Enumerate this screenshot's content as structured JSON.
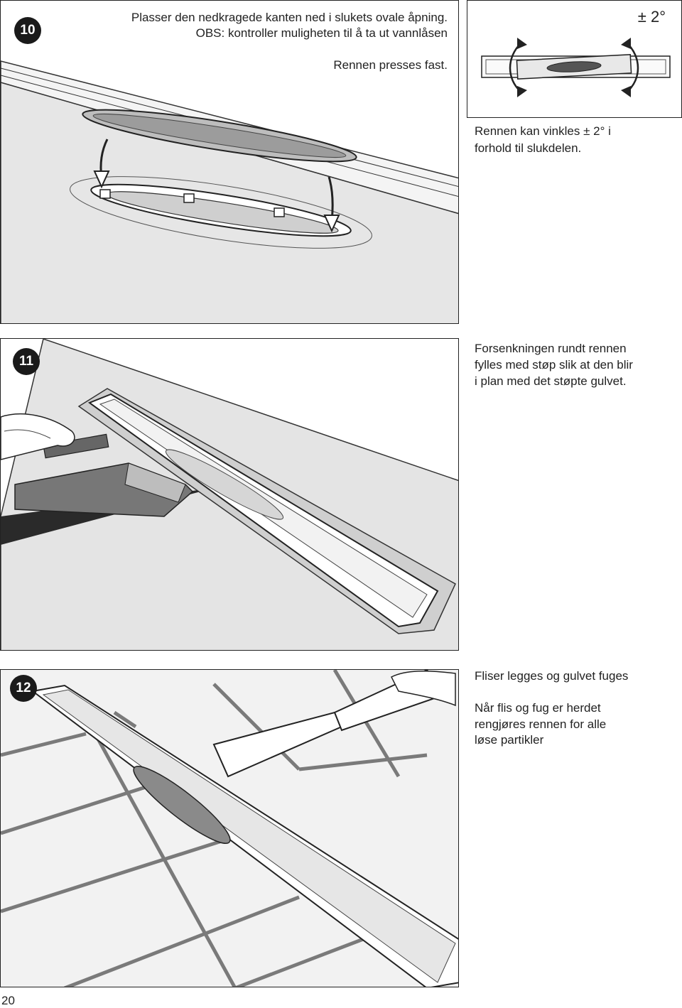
{
  "page": {
    "number": "20"
  },
  "step10": {
    "badge": "10",
    "line1": "Plasser den nedkragede kanten ned i slukets ovale åpning.",
    "line2": "OBS: kontroller muligheten til å ta ut vannlåsen",
    "line3": "Rennen presses fast.",
    "angle_label": "± 2°",
    "note_line1": "Rennen kan vinkles ± 2° i",
    "note_line2": "forhold til slukdelen."
  },
  "step11": {
    "badge": "11",
    "line1": "Forsenkningen rundt rennen",
    "line2": "fylles med støp slik at den blir",
    "line3": "i plan med det støpte gulvet."
  },
  "step12": {
    "badge": "12",
    "line1": "Fliser legges og gulvet fuges",
    "line2": "Når flis og fug er herdet",
    "line3": "rengjøres rennen for alle",
    "line4": "løse partikler"
  }
}
